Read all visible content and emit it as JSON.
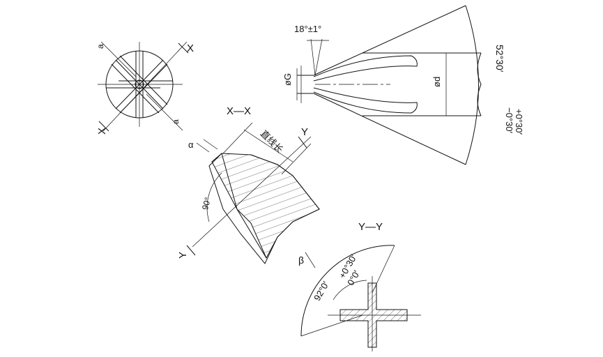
{
  "drawing": {
    "front_view": {
      "section_marks": [
        "X",
        "X"
      ],
      "dim_top": "a",
      "dim_bottom": "a"
    },
    "section_xx": {
      "title": "X—X",
      "straight_length": "直线长",
      "angle_90": "90°",
      "dim_alpha": "α",
      "section_marks": [
        "Y",
        "Y"
      ]
    },
    "side_view": {
      "point_angle": "18°±1°",
      "dia_g": "øG",
      "dia_d": "ød",
      "cone_angle": "52°30′",
      "cone_tol_upper": "+0°30′",
      "cone_tol_lower": "−0°30′"
    },
    "section_yy": {
      "title": "Y—Y",
      "beta": "β",
      "angle": "92°0′",
      "tol_upper": "+0°30′",
      "tol_lower": "0°0′"
    }
  }
}
